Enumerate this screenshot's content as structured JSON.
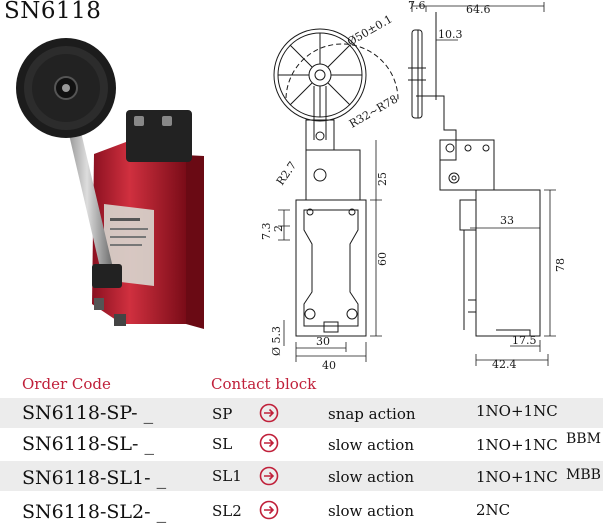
{
  "title": "SN6118",
  "dims": {
    "d1": "7.6",
    "d2": "64.6",
    "d3": "10.3",
    "d4": "Ø50±0.1",
    "d5": "R32~R78",
    "d6": "R2.7",
    "d7": "25",
    "d8": "7.3",
    "d9": "2",
    "d10": "60",
    "d11": "33",
    "d12": "78",
    "d13": "Ø 5.3",
    "d14": "30",
    "d15": "40",
    "d16": "17.5",
    "d17": "42.4"
  },
  "table": {
    "header_order": "Order Code",
    "header_contact": "Contact block",
    "rows": [
      {
        "code": "SN6118-SP- _",
        "block": "SP",
        "desc": "snap action",
        "contacts": "1NO+1NC",
        "extra": ""
      },
      {
        "code": "SN6118-SL- _",
        "block": "SL",
        "desc": "slow action",
        "contacts": "1NO+1NC",
        "extra": "BBM"
      },
      {
        "code": "SN6118-SL1- _",
        "block": "SL1",
        "desc": "slow action",
        "contacts": "1NO+1NC",
        "extra": "MBB"
      },
      {
        "code": "SN6118-SL2- _",
        "block": "SL2",
        "desc": "slow action",
        "contacts": "2NC",
        "extra": ""
      }
    ]
  },
  "colors": {
    "accent": "#c0203a",
    "switch_body": "#c8283c",
    "row_shade": "#ececec"
  },
  "icons": {
    "action": "circle-arrow-right-icon"
  }
}
